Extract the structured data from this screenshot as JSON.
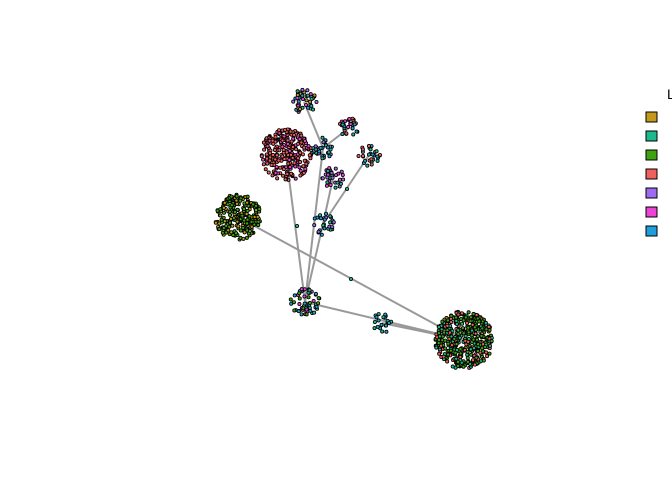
{
  "legend": {
    "title": "L",
    "entries": [
      {
        "color": "#C49A1C"
      },
      {
        "color": "#1FB98E"
      },
      {
        "color": "#3FA30F"
      },
      {
        "color": "#F0605C"
      },
      {
        "color": "#9C6BF0"
      },
      {
        "color": "#EC45D6"
      },
      {
        "color": "#1F9EDC"
      }
    ]
  },
  "edge_color": "#999999",
  "node_outline": "#000000",
  "clusters": [
    {
      "id": "c_top",
      "n": 45,
      "colors": [
        "#9C6BF0",
        "#1FB98E",
        "#1F9EDC",
        "#EC45D6",
        "#C49A1C"
      ]
    },
    {
      "id": "c_red",
      "n": 260,
      "colors": [
        "#F0605C",
        "#EC45D6",
        "#F0605C",
        "#F0605C"
      ]
    },
    {
      "id": "c_green_left",
      "n": 250,
      "colors": [
        "#3FA30F",
        "#3FA30F",
        "#C49A1C"
      ]
    },
    {
      "id": "c_mid_a",
      "n": 35,
      "colors": [
        "#1F9EDC",
        "#1FB98E",
        "#9C6BF0"
      ]
    },
    {
      "id": "c_mid_b",
      "n": 30,
      "colors": [
        "#EC45D6",
        "#1F9EDC",
        "#F0605C",
        "#1FB98E"
      ]
    },
    {
      "id": "c_mid_c",
      "n": 30,
      "colors": [
        "#1FB98E",
        "#EC45D6",
        "#9C6BF0"
      ]
    },
    {
      "id": "c_mid_d",
      "n": 30,
      "colors": [
        "#1FB98E",
        "#1F9EDC",
        "#F0605C"
      ]
    },
    {
      "id": "c_mid_e",
      "n": 28,
      "colors": [
        "#1F9EDC",
        "#1FB98E",
        "#9C6BF0"
      ]
    },
    {
      "id": "c_bottom_mid",
      "n": 60,
      "colors": [
        "#1FB98E",
        "#3FA30F",
        "#EC45D6",
        "#1F9EDC"
      ]
    },
    {
      "id": "c_small_right",
      "n": 22,
      "colors": [
        "#1FB98E",
        "#1F9EDC"
      ]
    },
    {
      "id": "c_green_big",
      "n": 420,
      "colors": [
        "#3FA30F",
        "#3FA30F",
        "#F0605C",
        "#1FB98E"
      ]
    }
  ],
  "edges": [
    [
      "c_top",
      "c_mid_a"
    ],
    [
      "c_red",
      "c_bottom_mid"
    ],
    [
      "c_mid_a",
      "c_bottom_mid"
    ],
    [
      "c_mid_b",
      "c_mid_a"
    ],
    [
      "c_mid_c",
      "c_mid_e"
    ],
    [
      "c_mid_d",
      "c_mid_e"
    ],
    [
      "c_mid_e",
      "c_bottom_mid"
    ],
    [
      "c_green_left",
      "c_green_big"
    ],
    [
      "c_bottom_mid",
      "c_green_big"
    ],
    [
      "c_small_right",
      "c_green_big"
    ]
  ]
}
